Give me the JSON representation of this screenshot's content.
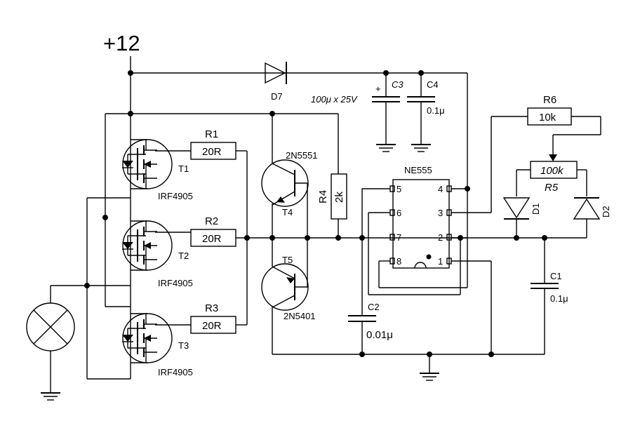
{
  "supply": {
    "label": "+12"
  },
  "diode_d7": {
    "ref": "D7"
  },
  "cap_c3": {
    "ref": "C3",
    "value": "100μ x 25V",
    "polarity": "+"
  },
  "cap_c4": {
    "ref": "C4",
    "value": "0.1μ"
  },
  "res_r6": {
    "ref": "R6",
    "value": "10k"
  },
  "pot_r5": {
    "ref": "R5",
    "value": "100k"
  },
  "diode_d1": {
    "ref": "D1"
  },
  "diode_d2": {
    "ref": "D2"
  },
  "res_r1": {
    "ref": "R1",
    "value": "20R"
  },
  "res_r2": {
    "ref": "R2",
    "value": "20R"
  },
  "res_r3": {
    "ref": "R3",
    "value": "20R"
  },
  "res_r4": {
    "ref": "R4",
    "value": "2k"
  },
  "mosfet_t1": {
    "ref": "T1",
    "part": "IRF4905"
  },
  "mosfet_t2": {
    "ref": "T2",
    "part": "IRF4905"
  },
  "mosfet_t3": {
    "ref": "T3",
    "part": "IRF4905"
  },
  "bjt_t4": {
    "ref": "T4",
    "part": "2N5551"
  },
  "bjt_t5": {
    "ref": "T5",
    "part": "2N5401"
  },
  "ic": {
    "part": "NE555",
    "pins_left": [
      "5",
      "6",
      "7",
      "8"
    ],
    "pins_right": [
      "4",
      "3",
      "2",
      "1"
    ]
  },
  "cap_c2": {
    "ref": "C2",
    "value": "0.01μ"
  },
  "cap_c1": {
    "ref": "C1",
    "value": "0.1μ"
  }
}
